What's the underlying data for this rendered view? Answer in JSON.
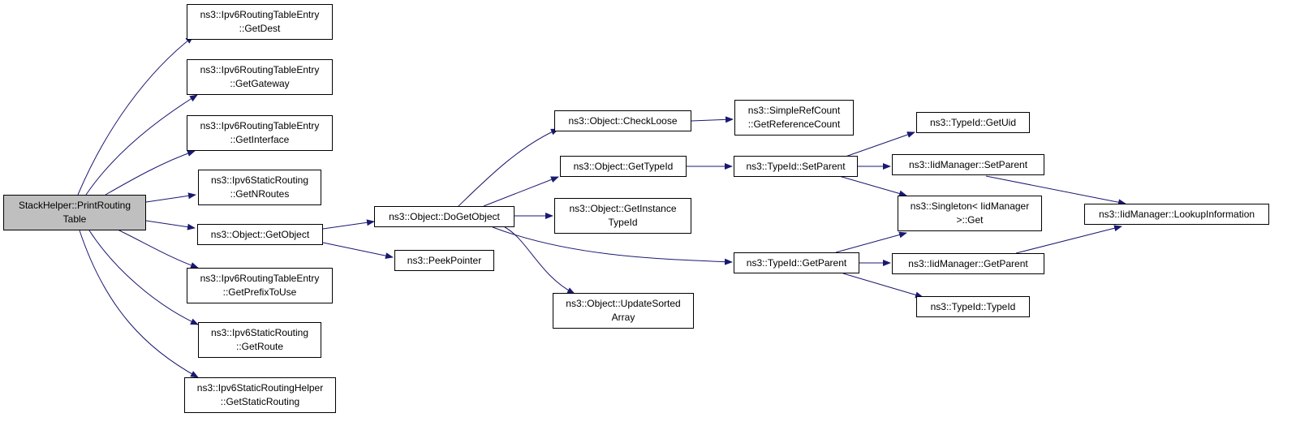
{
  "colors": {
    "edge": "#191970",
    "root_fill": "#bfbfbf",
    "node_fill": "#ffffff",
    "border": "#000000"
  },
  "nodes": {
    "root": [
      "StackHelper::PrintRouting",
      "Table"
    ],
    "getdest": [
      "ns3::Ipv6RoutingTableEntry",
      "::GetDest"
    ],
    "getgateway": [
      "ns3::Ipv6RoutingTableEntry",
      "::GetGateway"
    ],
    "getinterface": [
      "ns3::Ipv6RoutingTableEntry",
      "::GetInterface"
    ],
    "getnroutes": [
      "ns3::Ipv6StaticRouting",
      "::GetNRoutes"
    ],
    "getobject": [
      "ns3::Object::GetObject"
    ],
    "getprefixtouse": [
      "ns3::Ipv6RoutingTableEntry",
      "::GetPrefixToUse"
    ],
    "getroute": [
      "ns3::Ipv6StaticRouting",
      "::GetRoute"
    ],
    "getstaticrouting": [
      "ns3::Ipv6StaticRoutingHelper",
      "::GetStaticRouting"
    ],
    "dogetobject": [
      "ns3::Object::DoGetObject"
    ],
    "peekpointer": [
      "ns3::PeekPointer"
    ],
    "checkloose": [
      "ns3::Object::CheckLoose"
    ],
    "gettypeid": [
      "ns3::Object::GetTypeId"
    ],
    "getinstancetypeid": [
      "ns3::Object::GetInstance",
      "TypeId"
    ],
    "updatesortedarray": [
      "ns3::Object::UpdateSorted",
      "Array"
    ],
    "getreferencecount": [
      "ns3::SimpleRefCount",
      "::GetReferenceCount"
    ],
    "setparent": [
      "ns3::TypeId::SetParent"
    ],
    "getparent": [
      "ns3::TypeId::GetParent"
    ],
    "getuid": [
      "ns3::TypeId::GetUid"
    ],
    "iidsetparent": [
      "ns3::IidManager::SetParent"
    ],
    "singletonget": [
      "ns3::Singleton< IidManager",
      ">::Get"
    ],
    "iidgetparent": [
      "ns3::IidManager::GetParent"
    ],
    "typeidctor": [
      "ns3::TypeId::TypeId"
    ],
    "lookupinformation": [
      "ns3::IidManager::LookupInformation"
    ]
  }
}
